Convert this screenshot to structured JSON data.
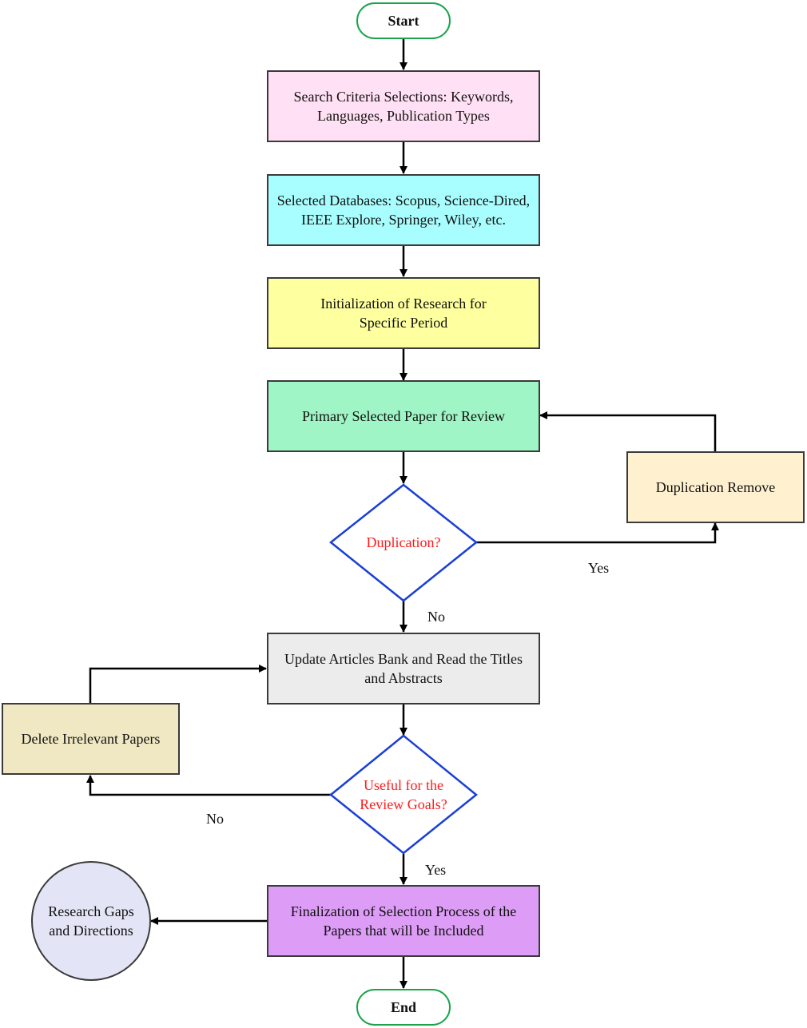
{
  "nodes": {
    "start": "Start",
    "search_criteria": "Search Criteria Selections: Keywords, Languages, Publication Types",
    "databases": "Selected Databases: Scopus, Science-Dired, IEEE Explore, Springer, Wiley, etc.",
    "initialization": "Initialization of Research for Specific Period",
    "primary_selected": "Primary Selected Paper for Review",
    "duplication_decision": "Duplication?",
    "duplication_remove": "Duplication Remove",
    "update_bank": "Update Articles Bank and Read the Titles and Abstracts",
    "useful_decision": "Useful for the Review Goals?",
    "delete_irrelevant": "Delete Irrelevant Papers",
    "finalization": "Finalization of Selection Process of the Papers that will be Included",
    "research_gaps": "Research Gaps and Directions",
    "end": "End"
  },
  "edge_labels": {
    "dup_yes": "Yes",
    "dup_no": "No",
    "useful_no": "No",
    "useful_yes": "Yes"
  },
  "colors": {
    "search_criteria": "#ffe0f4",
    "databases": "#a8fdfe",
    "initialization": "#feff9e",
    "primary_selected": "#9ff5c5",
    "duplication_remove": "#fff1cf",
    "update_bank": "#ececec",
    "delete_irrelevant": "#f0e8c2",
    "finalization": "#dd9cf6",
    "research_gaps": "#e3e5f6",
    "decision_border": "#1a3fd6",
    "decision_text": "#ff1a1a",
    "terminal_border": "#1aa34a"
  }
}
